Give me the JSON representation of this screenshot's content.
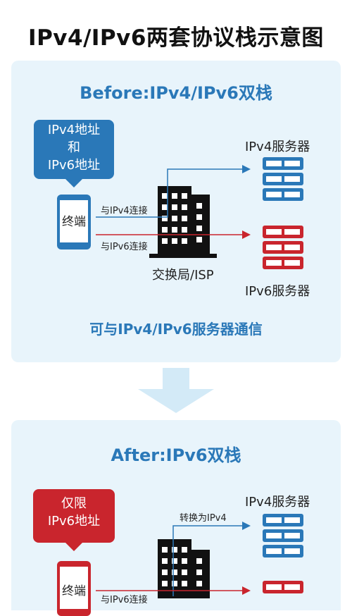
{
  "title": "IPv4/IPv6两套协议栈示意图",
  "before": {
    "heading": "Before:IPv4/IPv6双栈",
    "bubble_lines": [
      "IPv4地址",
      "和",
      "IPv6地址"
    ],
    "terminal": "终端",
    "ipv4_conn": "与IPv4连接",
    "ipv6_conn": "与IPv6连接",
    "exchange": "交换局/ISP",
    "ipv4_server": "IPv4服务器",
    "ipv6_server": "IPv6服务器",
    "footer": "可与IPv4/IPv6服务器通信"
  },
  "after": {
    "heading": "After:IPv6双栈",
    "bubble_lines": [
      "仅限",
      "IPv6地址"
    ],
    "terminal": "终端",
    "convert": "转换为IPv4",
    "ipv6_conn": "与IPv6连接",
    "ipv4_server": "IPv4服务器"
  },
  "colors": {
    "blue": "#2a78b8",
    "red": "#c9252d",
    "panel": "#e8f4fb",
    "arrow": "#d3eaf7"
  }
}
